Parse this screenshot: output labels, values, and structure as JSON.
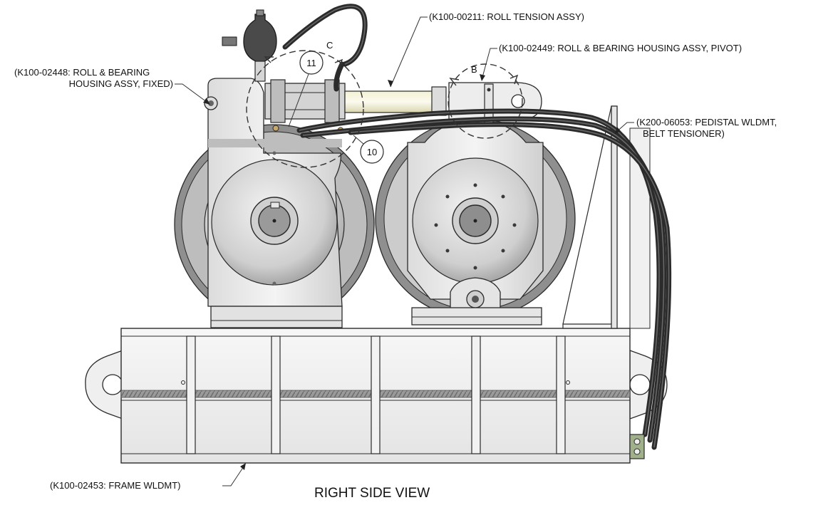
{
  "view_title": "RIGHT SIDE VIEW",
  "callouts": {
    "roll_tension": "(K100-00211: ROLL TENSION ASSY)",
    "pivot_housing": "(K100-02449: ROLL & BEARING HOUSING ASSY, PIVOT)",
    "fixed_housing_line1": "(K100-02448: ROLL & BEARING",
    "fixed_housing_line2": "HOUSING ASSY, FIXED)",
    "pedestal_line1": "(K200-06053: PEDISTAL WLDMT,",
    "pedestal_line2": "BELT TENSIONER)",
    "frame": "(K100-02453: FRAME WLDMT)"
  },
  "detail_labels": {
    "b": "B",
    "c": "C"
  },
  "item_bubbles": {
    "item_11": "11",
    "item_10": "10"
  },
  "colors": {
    "line": "#2a2a2a",
    "part_light": "#ececec",
    "part_mid": "#c8c8c8",
    "part_dark": "#8a8a8a",
    "hose": "#2b2b2b"
  }
}
